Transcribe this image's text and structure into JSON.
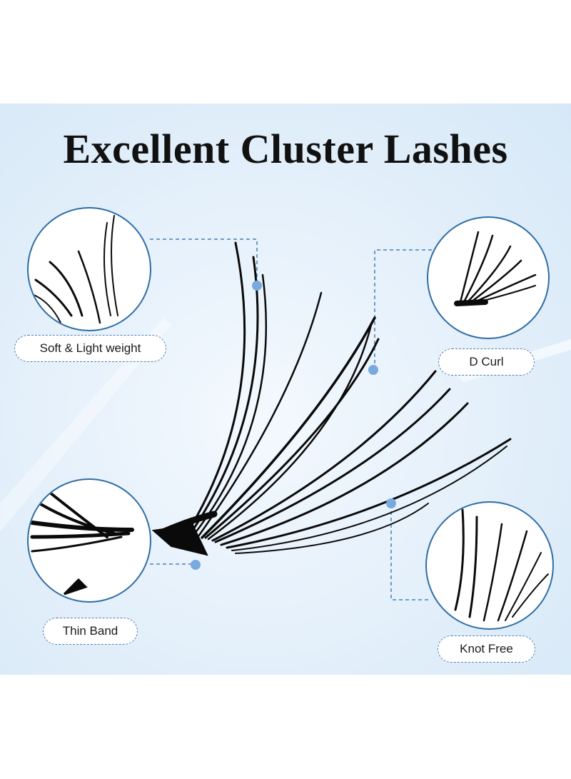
{
  "headline": "Excellent Cluster Lashes",
  "features": [
    {
      "label": "Soft & Light weight",
      "icon": "soft-lash-icon"
    },
    {
      "label": "D Curl",
      "icon": "curl-lash-icon"
    },
    {
      "label": "Thin Band",
      "icon": "band-lash-icon"
    },
    {
      "label": "Knot Free",
      "icon": "knot-free-lash-icon"
    }
  ],
  "colors": {
    "accent": "#2f6da5",
    "dot": "#7aa9e0",
    "lash": "#0a0a0a",
    "background": "#e6f1fb"
  }
}
